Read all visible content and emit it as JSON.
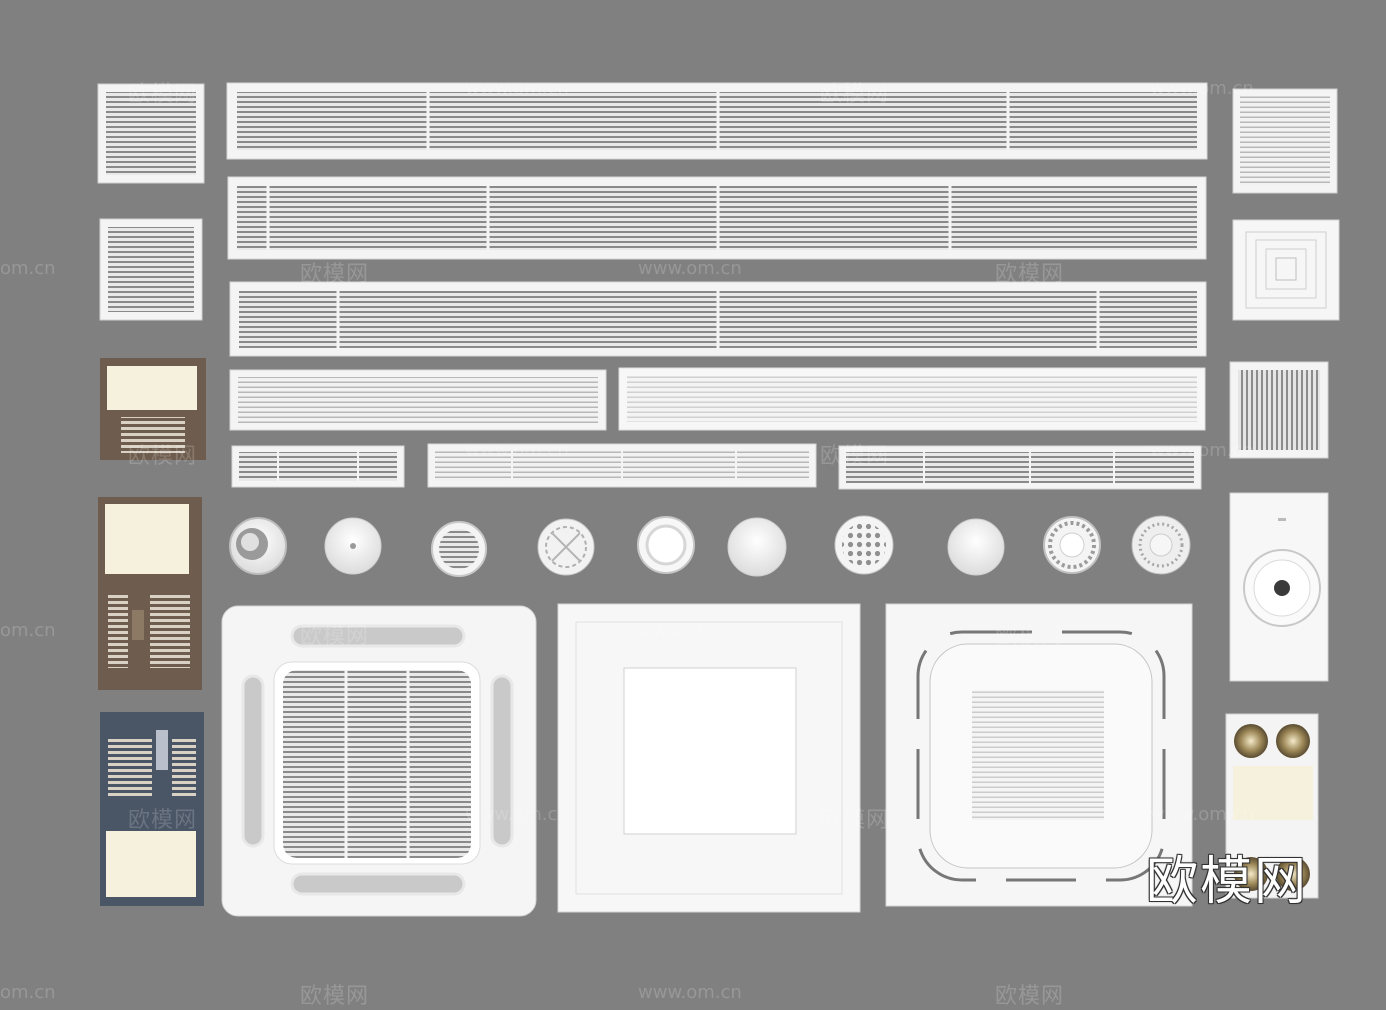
{
  "watermark": {
    "site": "www.om.cn",
    "site_short": "om.cn",
    "brand": "欧模网"
  },
  "colors": {
    "background": "#808080",
    "grille_frame": "#f4f4f4",
    "slot_dark": "#7a7a7a",
    "bronze_panel": "#6e5c4e",
    "navy_panel": "#4a5566",
    "lamp": "#f6f1dc"
  },
  "icons": [
    "linear-grille-icon",
    "square-grille-icon",
    "round-diffuser-icon",
    "cassette-ac-icon",
    "bath-heater-icon",
    "exhaust-fan-icon"
  ]
}
